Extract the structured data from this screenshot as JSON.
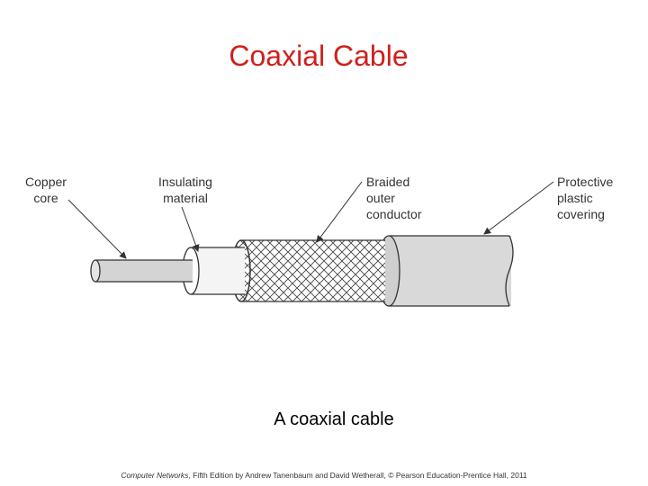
{
  "slide": {
    "title": "Coaxial Cable",
    "caption": "A coaxial cable",
    "footer": {
      "book_title": "Computer Networks",
      "rest": ", Fifth Edition by Andrew Tanenbaum and David Wetherall, © Pearson Education-Prentice Hall, 2011"
    }
  },
  "diagram": {
    "labels": {
      "copper_core": [
        "Copper",
        "core"
      ],
      "insulating_material": [
        "Insulating",
        "material"
      ],
      "braided_outer_conductor": [
        "Braided",
        "outer",
        "conductor"
      ],
      "protective_plastic_covering": [
        "Protective",
        "plastic",
        "covering"
      ]
    },
    "colors": {
      "title": "#d0201c",
      "covering": "#d9d9d9",
      "core": "#d4d4d4",
      "insulation": "#f4f4f4",
      "outline": "#333333"
    }
  }
}
